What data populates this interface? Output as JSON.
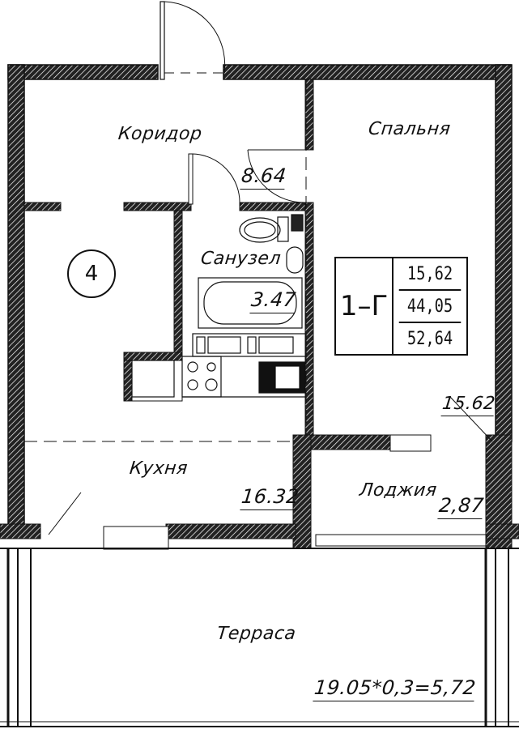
{
  "plan": {
    "apartment_number": "4",
    "info_box": {
      "unit_type": "1–Г",
      "values": [
        "15,62",
        "44,05",
        "52,64"
      ]
    },
    "rooms": [
      {
        "name": "Коридор",
        "area": "8.64"
      },
      {
        "name": "Спальня",
        "area": "15.62"
      },
      {
        "name": "Санузел",
        "area": "3.47"
      },
      {
        "name": "Кухня",
        "area": "16.32"
      },
      {
        "name": "Лоджия",
        "area": "2,87"
      },
      {
        "name": "Терраса",
        "area": "19.05*0,3=5,72"
      }
    ]
  },
  "colors": {
    "line": "#111111",
    "background": "#ffffff"
  }
}
